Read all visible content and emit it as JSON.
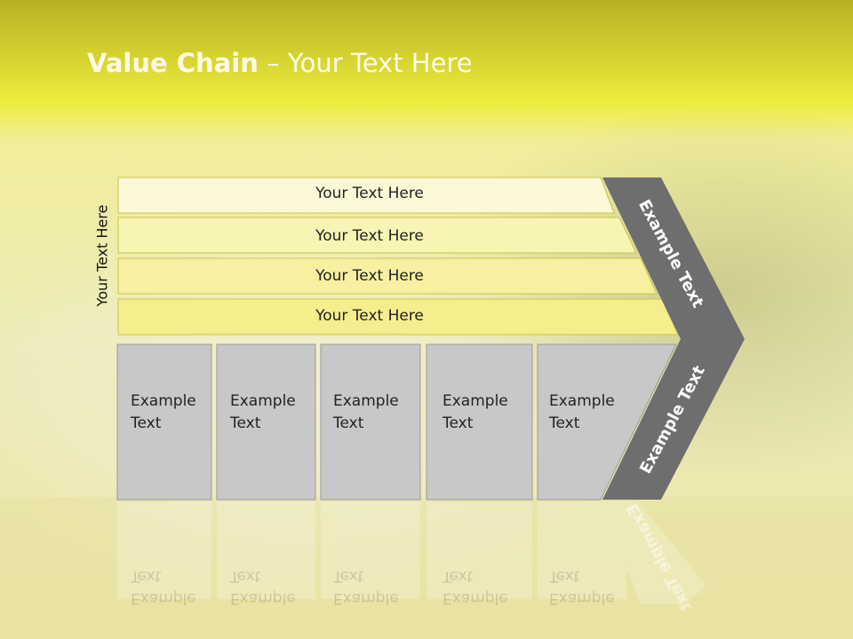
{
  "title": {
    "bold": "Value Chain",
    "rest": " – Your Text Here"
  },
  "side_label": "Your Text Here",
  "bars": [
    "Your Text Here",
    "Your Text Here",
    "Your Text Here",
    "Your Text Here"
  ],
  "boxes": [
    {
      "line1": "Example",
      "line2": "Text"
    },
    {
      "line1": "Example",
      "line2": "Text"
    },
    {
      "line1": "Example",
      "line2": "Text"
    },
    {
      "line1": "Example",
      "line2": "Text"
    },
    {
      "line1": "Example",
      "line2": "Text"
    }
  ],
  "chevron": {
    "upper": "Example Text",
    "lower": "Example Text"
  },
  "colors": {
    "header_yellow": "#e6e634",
    "bar_fill": "#f8f6a0",
    "box_fill": "#c8c8c8",
    "chevron_fill": "#6e6e6e"
  }
}
